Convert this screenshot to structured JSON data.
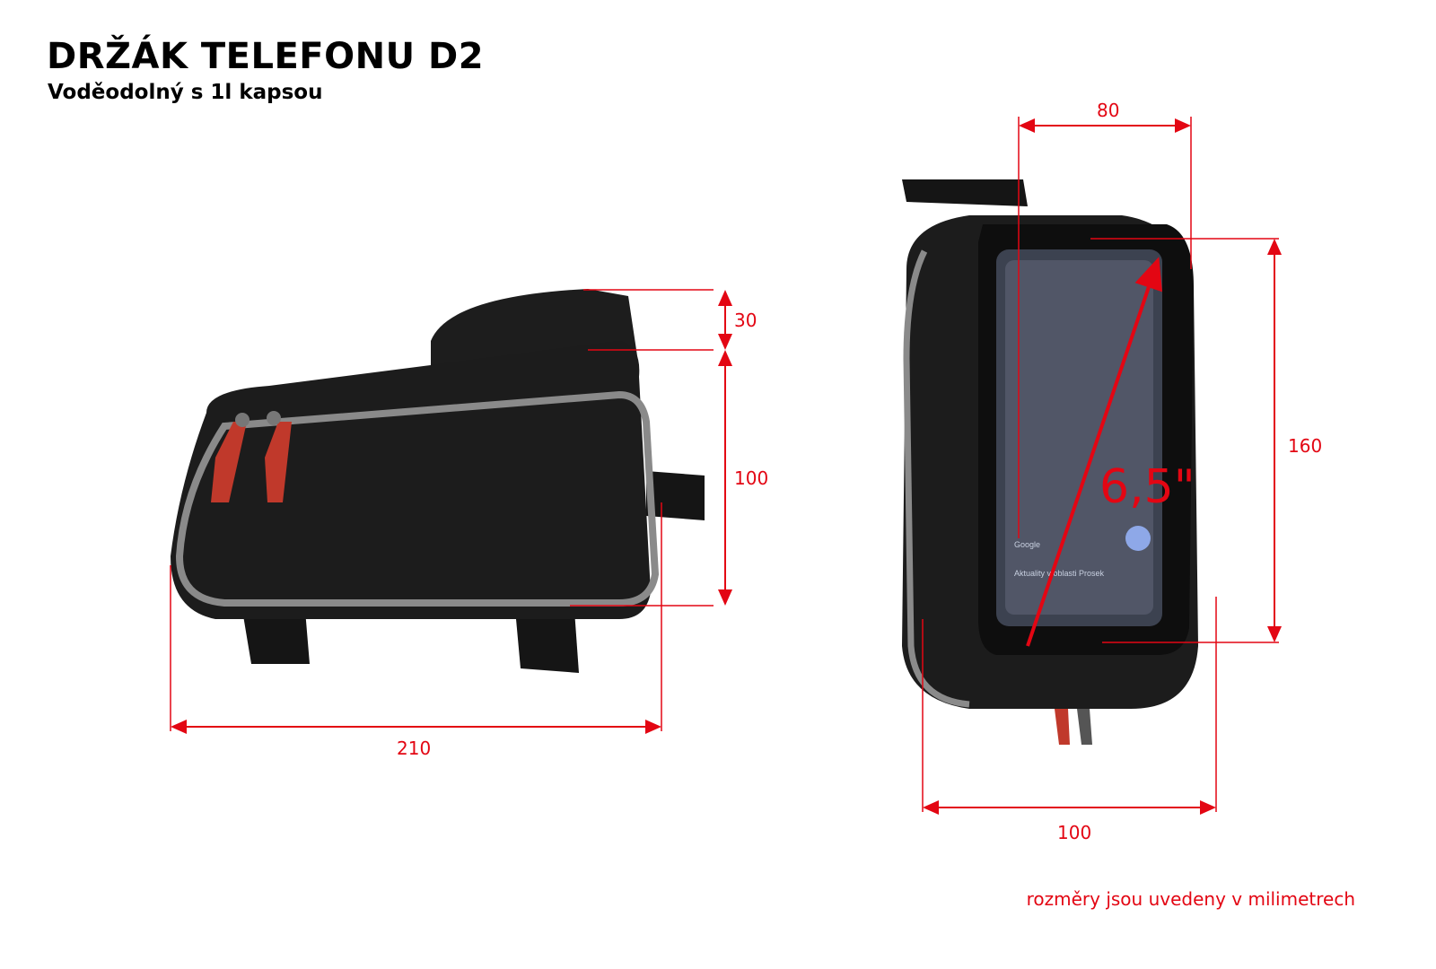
{
  "header": {
    "title": "DRŽÁK TELEFONU D2",
    "subtitle": "Voděodolný s 1l kapsou"
  },
  "side_view": {
    "dims": {
      "top_height": "30",
      "body_height": "100",
      "length": "210"
    }
  },
  "front_view": {
    "dims": {
      "width_top": "80",
      "height": "160",
      "width_bottom": "100",
      "diagonal": "6,5\""
    },
    "screen": {
      "brand": "Google",
      "caption": "Aktuality v oblasti Prosek"
    }
  },
  "footer": {
    "note": "rozměry jsou uvedeny v milimetrech"
  },
  "colors": {
    "accent": "#e30613",
    "bag": "#1c1c1c",
    "trim": "#8a8a8a"
  }
}
